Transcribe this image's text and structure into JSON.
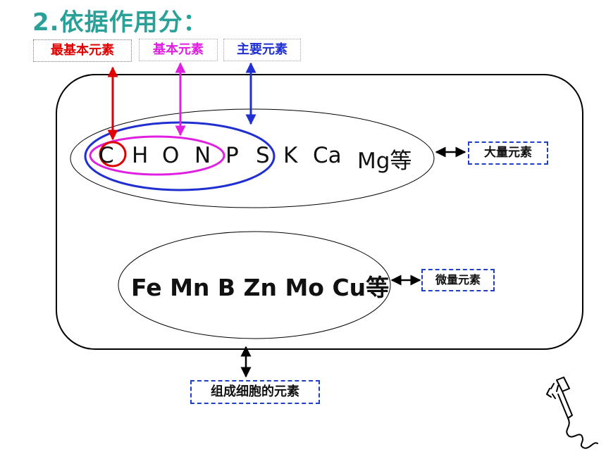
{
  "title": "2.依据作用分：",
  "labels": {
    "most_basic": "最基本元素",
    "basic": "基本元素",
    "main": "主要元素",
    "macro": "大量元素",
    "micro": "微量元素",
    "cell_elements": "组成细胞的元素"
  },
  "macro_elements": [
    "C",
    "H",
    "O",
    "N",
    "P",
    "S",
    "K",
    "Ca",
    "Mg等"
  ],
  "micro_elements": "Fe Mn B Zn Mo Cu等",
  "colors": {
    "title": "#2aa198",
    "most_basic": "#e00000",
    "basic": "#e020e0",
    "main": "#1f2fd0",
    "tag_border_dashed": "#1f3fc6"
  },
  "icons": [
    "pen-doodle-icon"
  ]
}
